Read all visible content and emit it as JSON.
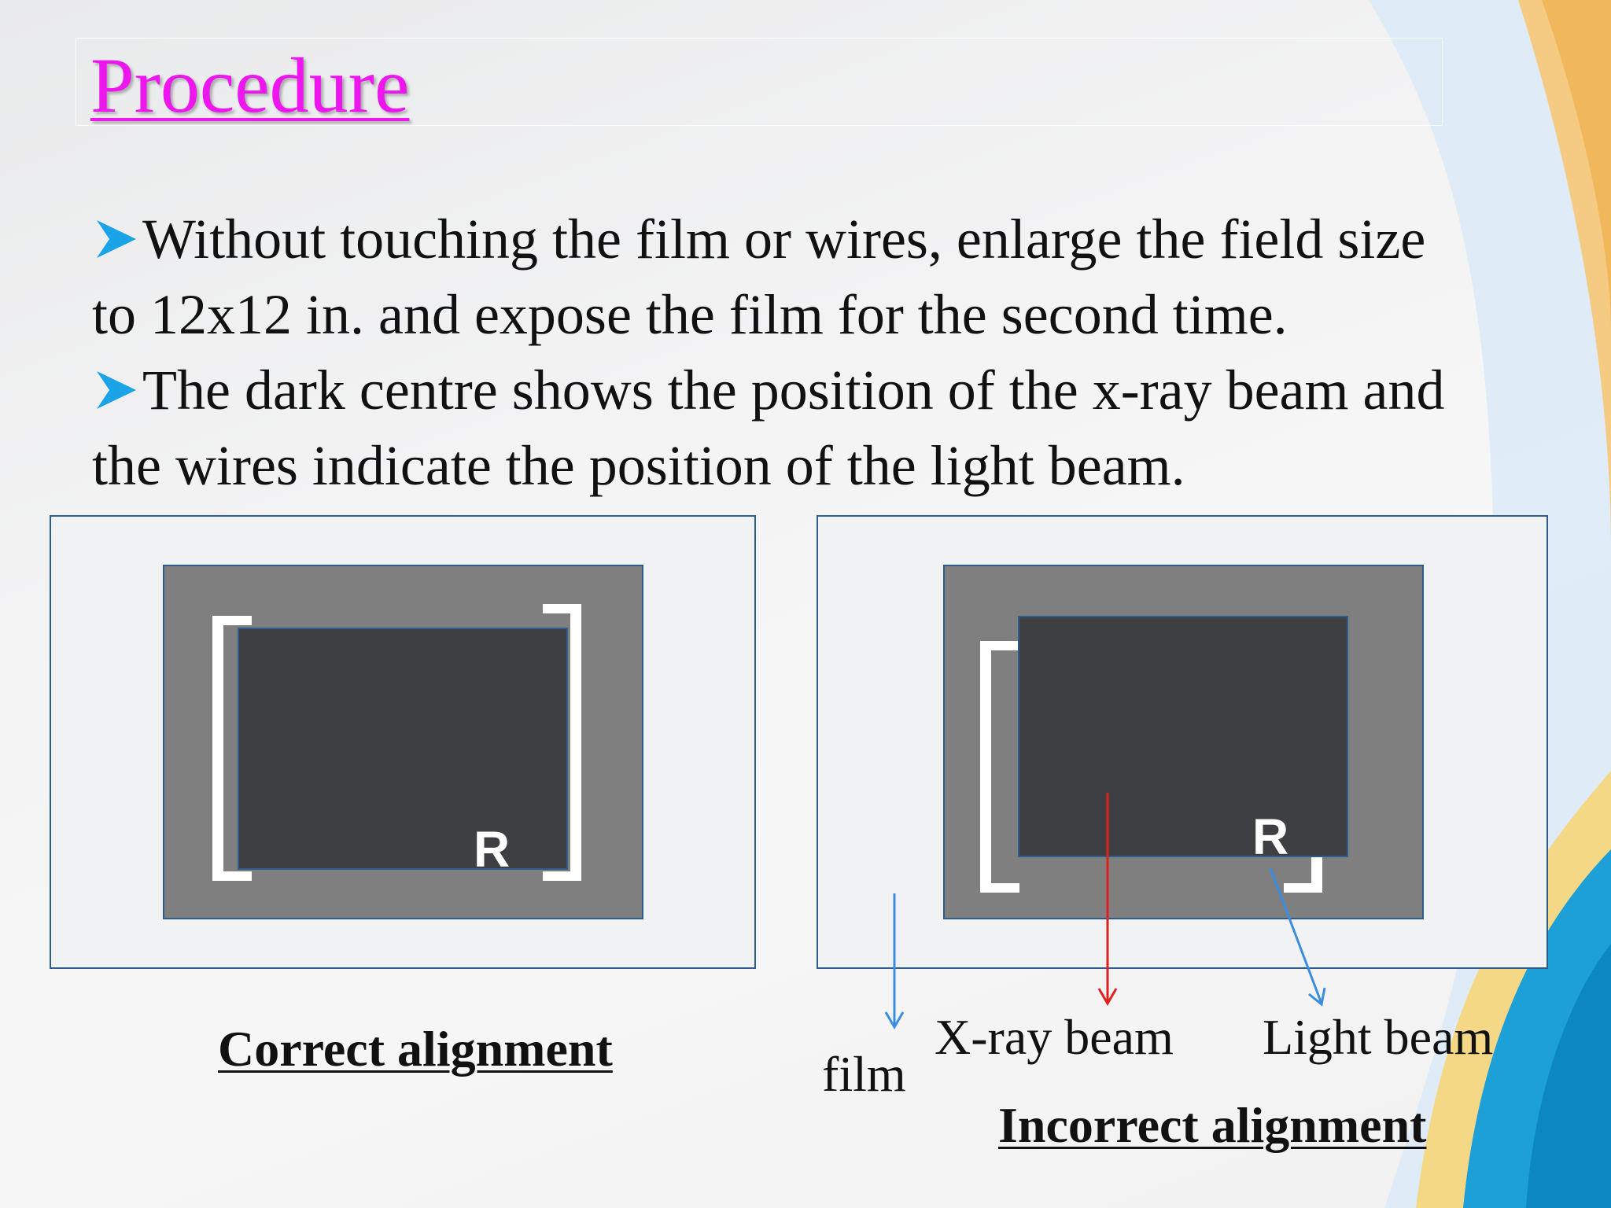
{
  "slide": {
    "title": "Procedure",
    "bullets": [
      {
        "line1": "Without touching the film or wires, enlarge the field size",
        "line2": "to 12x12 in. and expose the film for the second time."
      },
      {
        "line1": "The dark centre shows the position of the x-ray beam and",
        "line2": "the wires indicate the position of the light beam."
      }
    ]
  },
  "figures": {
    "correct": {
      "marker": "R",
      "caption": "Correct alignment"
    },
    "incorrect": {
      "marker": "R",
      "caption": "Incorrect alignment",
      "labels": {
        "film": "film",
        "xray": "X-ray beam",
        "light": "Light beam"
      }
    }
  },
  "colors": {
    "title": "#ee16ee",
    "bullet_arrow": "#1aa3e8",
    "xray_arrow": "#e02020",
    "light_arrow": "#3a8de0",
    "panel_border": "#2e5d8a"
  }
}
